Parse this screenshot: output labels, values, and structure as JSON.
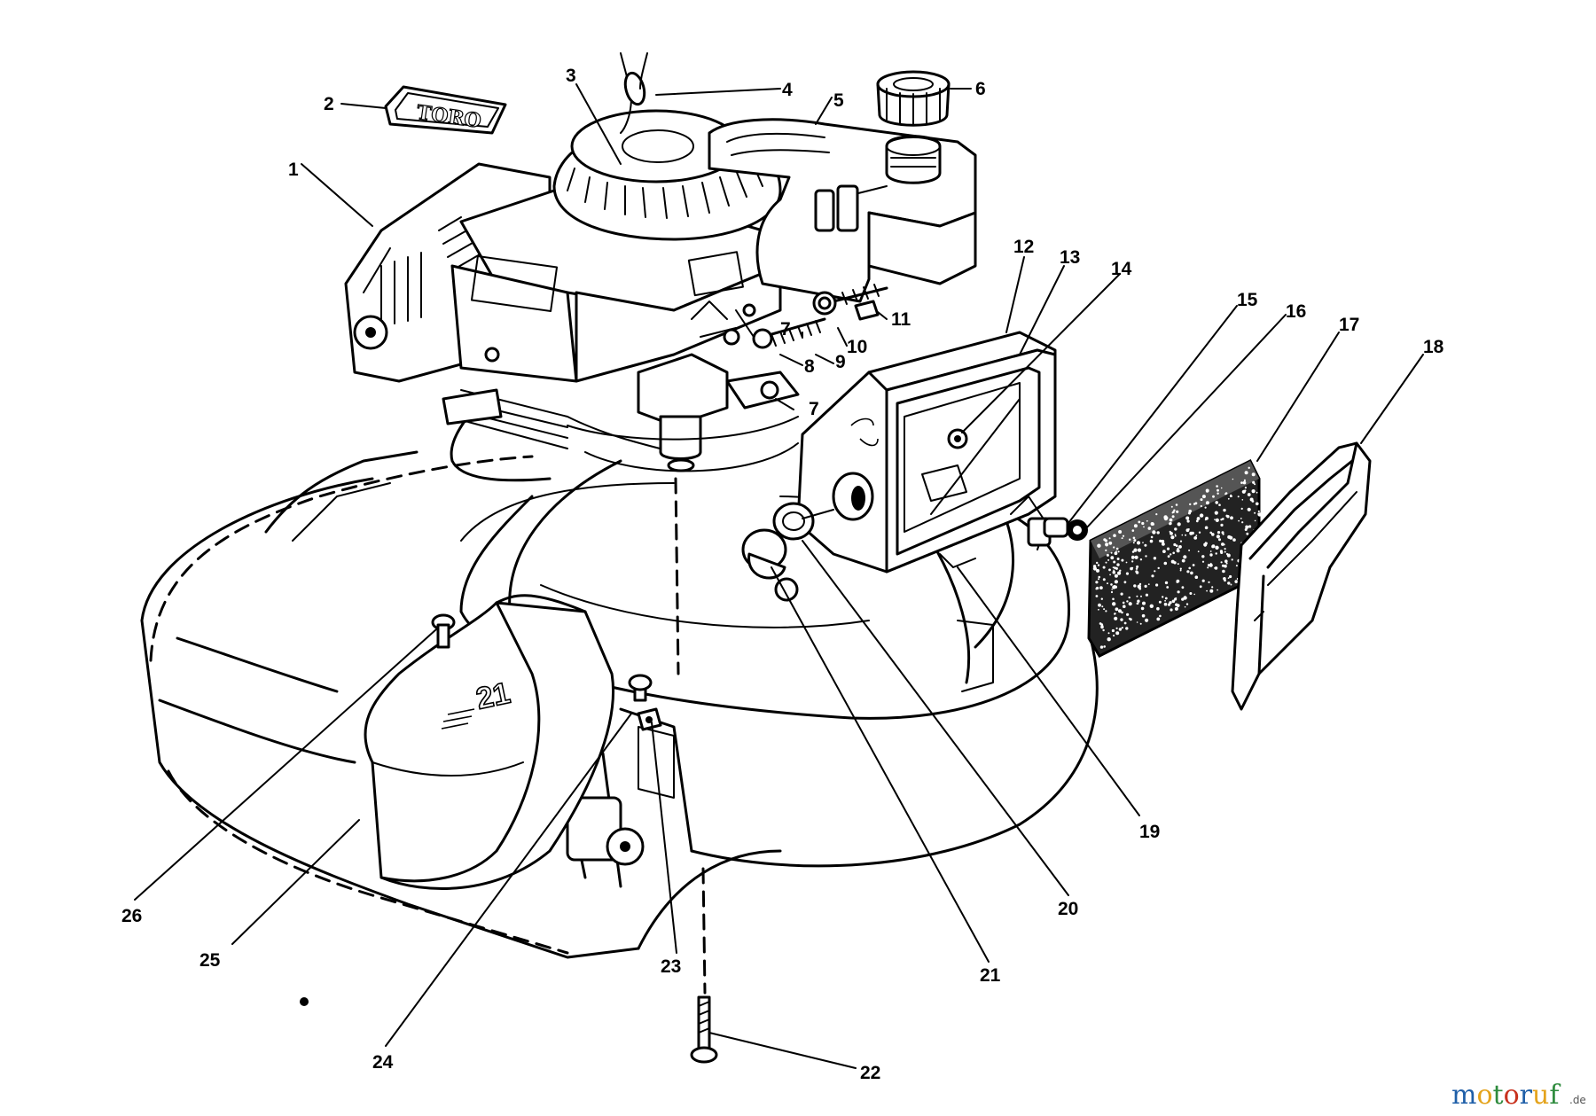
{
  "labels": [
    "1",
    "2",
    "3",
    "4",
    "5",
    "6",
    "7",
    "7",
    "8",
    "9",
    "10",
    "11",
    "12",
    "13",
    "14",
    "15",
    "16",
    "17",
    "18",
    "19",
    "20",
    "21",
    "22",
    "23",
    "24",
    "25",
    "26"
  ],
  "logo_text": "TORO",
  "deck_badge_text": "21",
  "watermark": {
    "text": "motoruf",
    "suffix": ".de",
    "colors": [
      "#1f5fa8",
      "#e4a31c",
      "#2e8b3d",
      "#c8321e",
      "#1f5fa8",
      "#e4a31c",
      "#2e8b3d"
    ]
  }
}
